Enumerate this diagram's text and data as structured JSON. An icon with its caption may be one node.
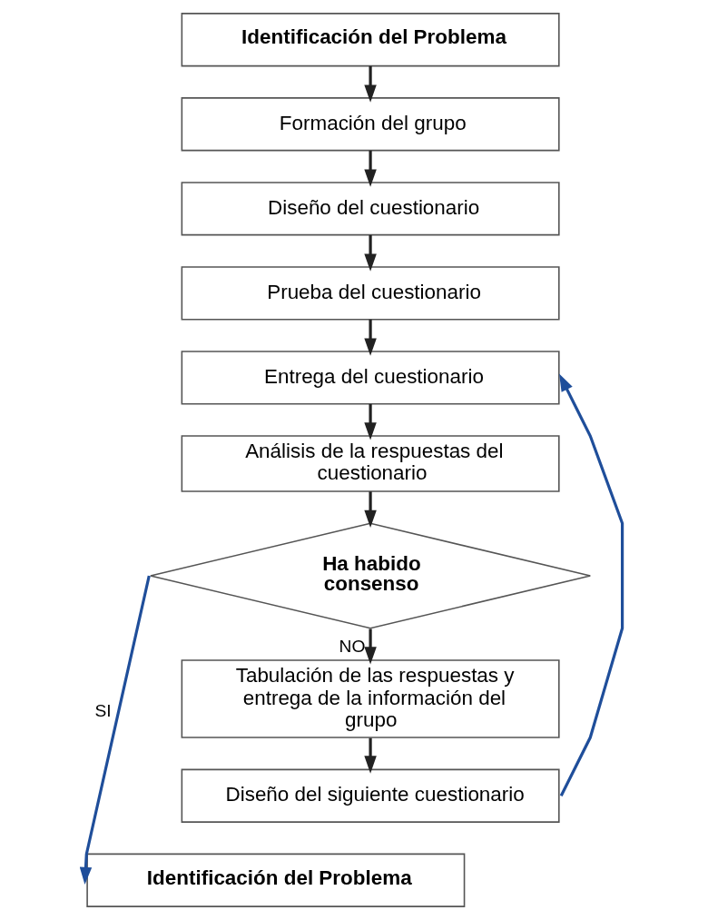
{
  "diagram": {
    "nodes": [
      {
        "text": [
          "Identificación del Problema"
        ]
      },
      {
        "text": [
          "Formación del grupo"
        ]
      },
      {
        "text": [
          "Diseño del cuestionario"
        ]
      },
      {
        "text": [
          "Prueba del cuestionario"
        ]
      },
      {
        "text": [
          "Entrega del cuestionario"
        ]
      },
      {
        "text": [
          "Análisis de la respuestas del cuestionario"
        ]
      },
      {
        "text": [
          "Ha habido consenso"
        ]
      },
      {
        "text": [
          "Tabulación de las respuestas y entrega de la información del grupo"
        ]
      },
      {
        "text": [
          "Diseño del siguiente cuestionario"
        ]
      },
      {
        "text": [
          "Identificación del Problema"
        ]
      }
    ],
    "edges": [
      {
        "from": 0,
        "to": 1,
        "arrow": "to"
      },
      {
        "from": 1,
        "to": 2,
        "arrow": "to"
      },
      {
        "from": 2,
        "to": 3,
        "arrow": "to"
      },
      {
        "from": 3,
        "to": 4,
        "arrow": "to"
      },
      {
        "from": 4,
        "to": 5,
        "arrow": "to"
      },
      {
        "from": 5,
        "to": 6,
        "arrow": "to"
      },
      {
        "from": 6,
        "to": 7,
        "arrow": "to",
        "label": "NO"
      },
      {
        "from": 7,
        "to": 8,
        "arrow": "to"
      },
      {
        "from": 8,
        "to": 4,
        "arrow": "to",
        "color": "#1f4e9a"
      },
      {
        "from": 6,
        "to": 9,
        "arrow": "to",
        "label": "SI",
        "color": "#1f4e9a"
      }
    ]
  }
}
